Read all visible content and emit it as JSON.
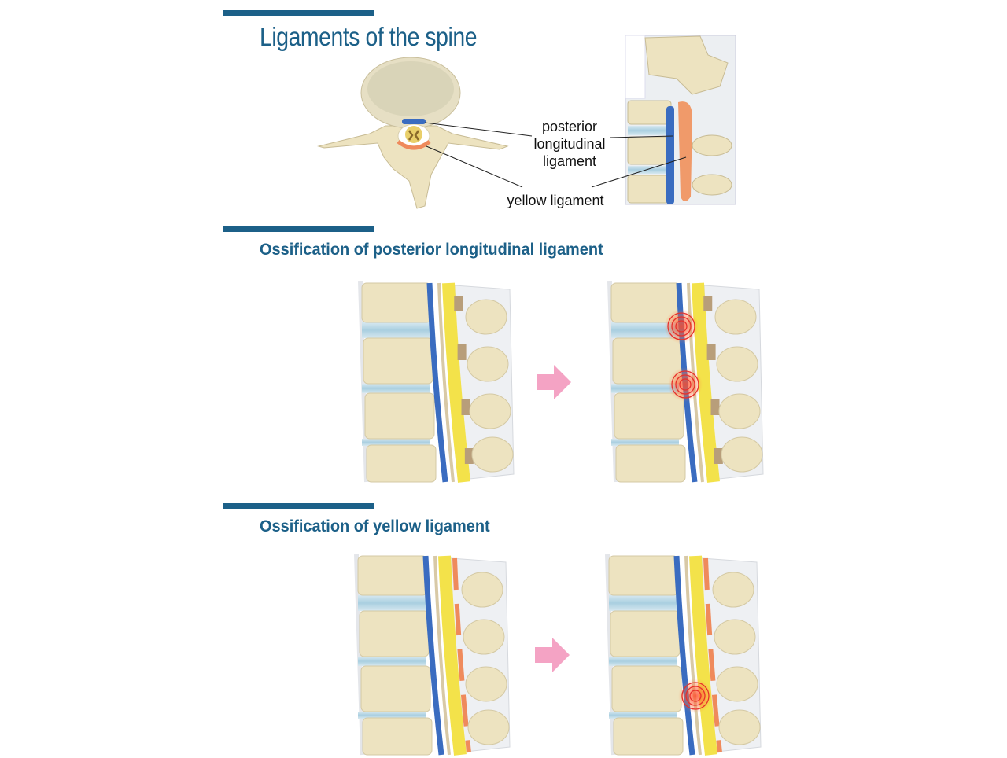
{
  "title": "Ligaments of the spine",
  "labels": {
    "posterior_longitudinal_ligament": [
      "posterior",
      "longitudinal",
      "ligament"
    ],
    "yellow_ligament": "yellow ligament"
  },
  "sections": [
    {
      "heading": "Ossification of posterior longitudinal ligament"
    },
    {
      "heading": "Ossification of yellow ligament"
    }
  ],
  "colors": {
    "accent": "#1c6088",
    "bone": "#ede3c0",
    "disc": "#bcd8e6",
    "posterior_ligament": "#3a6cc0",
    "spinal_cord": "#f3e24a",
    "yellow_ligament": "#ef8a5c",
    "arrow": "#f4a3c4",
    "ossification_marker": "#e8302a"
  }
}
